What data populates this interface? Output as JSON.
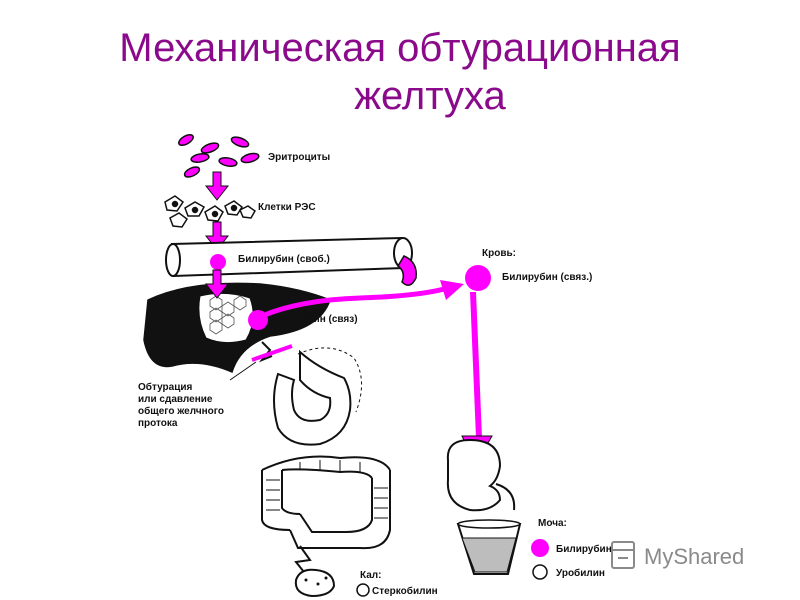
{
  "title": {
    "line1": "Механическая обтурационная",
    "line2": "желтуха"
  },
  "labels": {
    "erythrocytes": "Эритроциты",
    "res_cells": "Клетки РЭС",
    "bilirubin_free": "Билирубин (своб.)",
    "blood": "Кровь:",
    "bilirubin_bound_blood": "Билирубин (связ.)",
    "bilirubin_bound_liver": "Билирубин (связ)",
    "obstruction": [
      "Обтурация",
      "или сдавление",
      "общего желчного",
      "протока"
    ],
    "urine": "Моча:",
    "urine_bilirubin": "Билирубин",
    "urine_urobilin": "Уробилин",
    "stool": "Кал:",
    "stercobilin": "Стеркобилин"
  },
  "colors": {
    "title": "#8b0a8b",
    "accent": "#ff00ff",
    "ink": "#111111"
  },
  "watermark": "MyShared"
}
